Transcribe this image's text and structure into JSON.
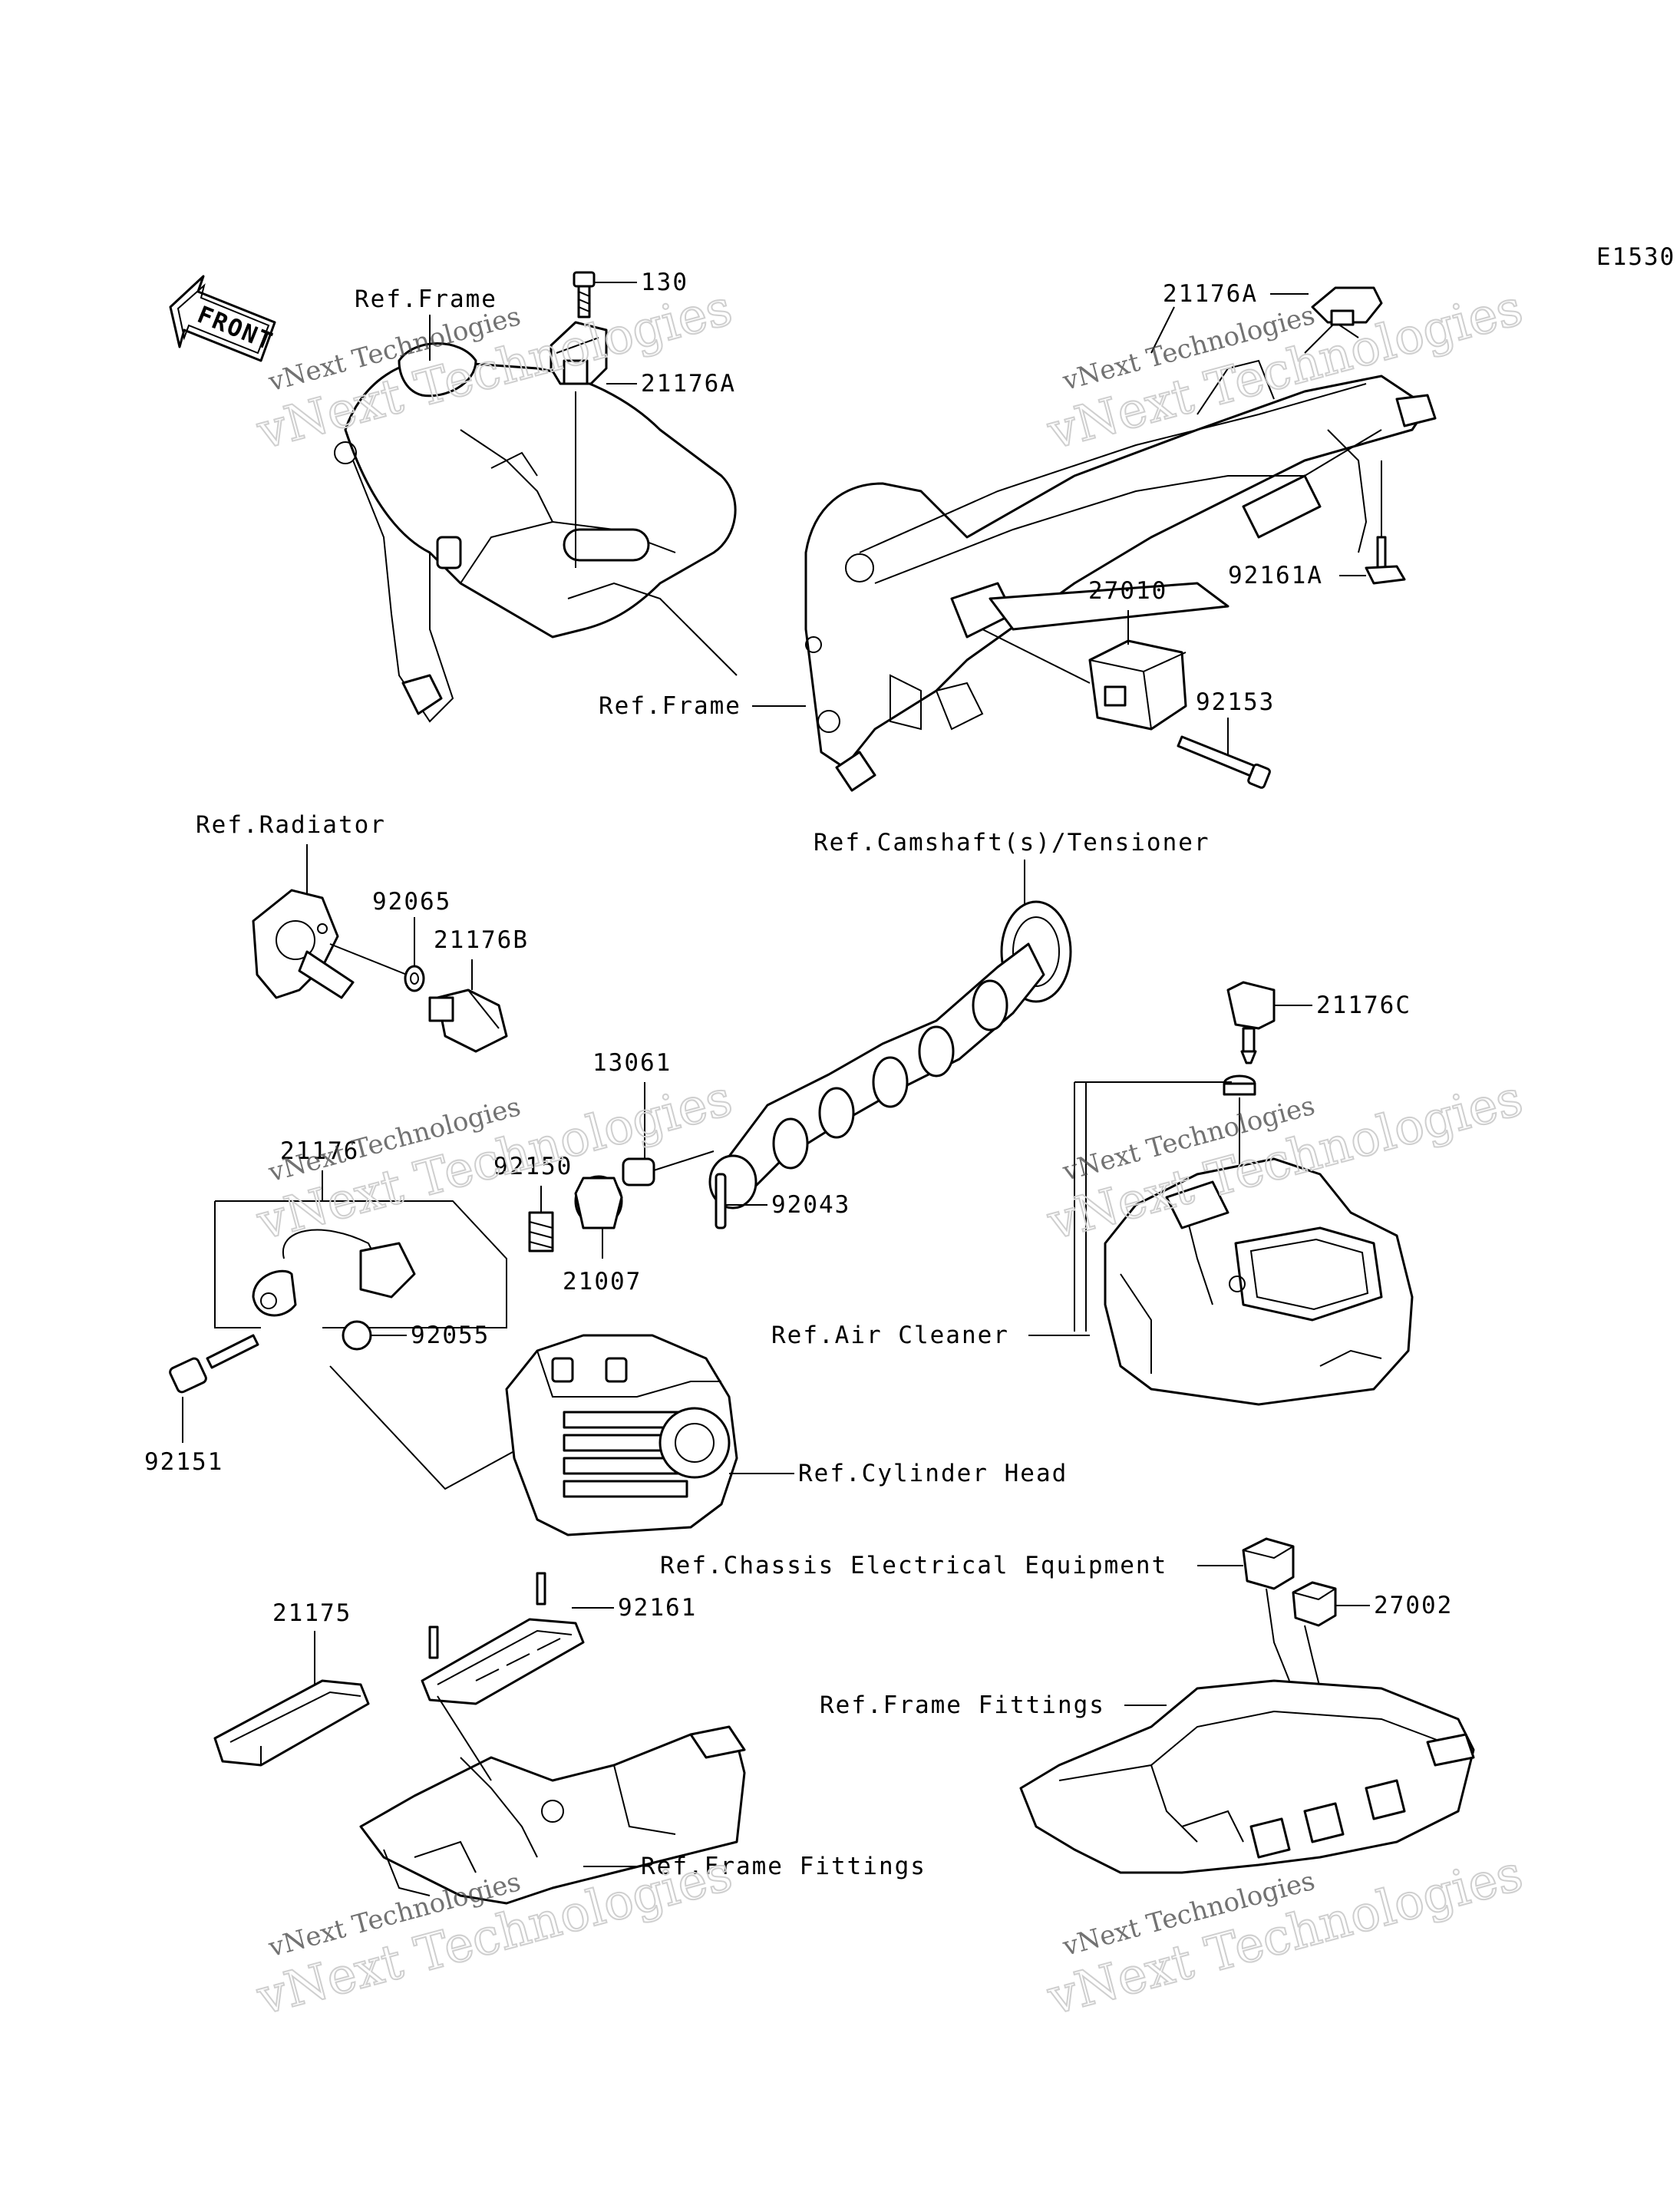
{
  "diagram_code": "E1530",
  "front_arrow": "FRONT",
  "watermark": {
    "line1": "vNext Technologies",
    "line2": "vNext Technologies"
  },
  "parts": {
    "p130": "130",
    "p21176A_left": "21176A",
    "p21176A_right": "21176A",
    "p92161A": "92161A",
    "p27010": "27010",
    "p92153": "92153",
    "p92065": "92065",
    "p21176B": "21176B",
    "p21176C": "21176C",
    "p13061": "13061",
    "p92043": "92043",
    "p21176": "21176",
    "p92150": "92150",
    "p21007": "21007",
    "p92055": "92055",
    "p92151": "92151",
    "p21175": "21175",
    "p92161": "92161",
    "p27002": "27002"
  },
  "refs": {
    "frame_left": "Ref.Frame",
    "frame_center": "Ref.Frame",
    "radiator": "Ref.Radiator",
    "camshaft": "Ref.Camshaft(s)/Tensioner",
    "air_cleaner": "Ref.Air Cleaner",
    "cylinder_head": "Ref.Cylinder Head",
    "chassis_electrical": "Ref.Chassis Electrical Equipment",
    "frame_fittings_right": "Ref.Frame Fittings",
    "frame_fittings_left": "Ref.Frame Fittings"
  }
}
